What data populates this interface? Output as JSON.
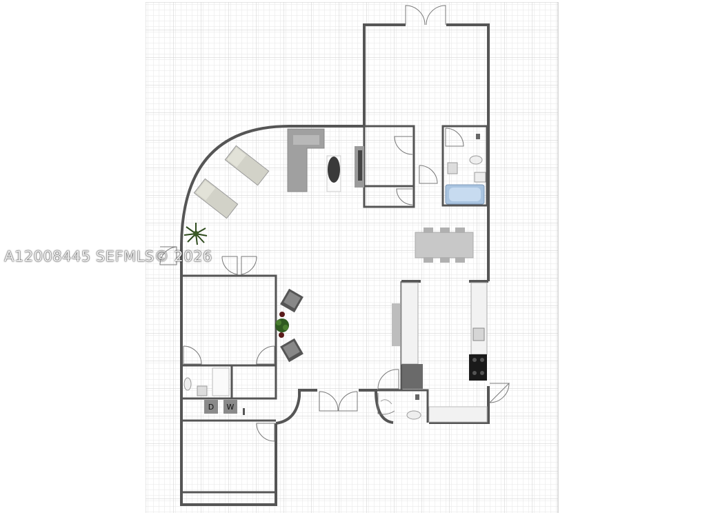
{
  "watermark": {
    "text": "A12008445  SEFMLS© 2026"
  },
  "appliances": {
    "dryer_label": "D",
    "washer_label": "W"
  },
  "colors": {
    "grid_minor": "#e8e8e8",
    "grid_major": "#cfcfcf",
    "wall": "#555555",
    "furniture": "#cdcdc8",
    "sofa": "#9a9a9a",
    "bathtub": "#a9c4e0"
  }
}
